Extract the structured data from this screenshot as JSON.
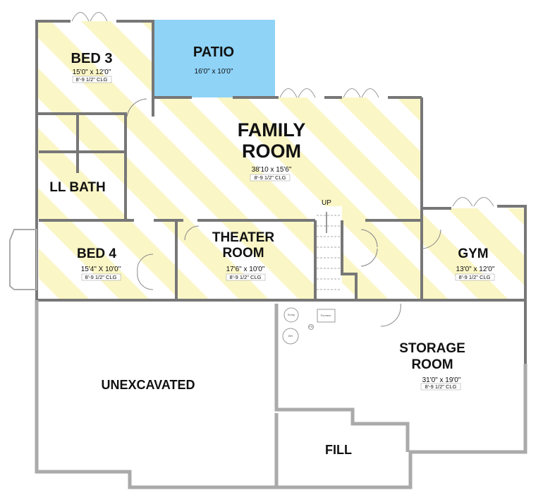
{
  "colors": {
    "stripe": "#fbf6c6",
    "patio": "#8fd3f7",
    "wall": "#777777",
    "outer_wall": "#aaaaaa"
  },
  "rooms": {
    "bed3": {
      "name": "BED 3",
      "dims": "15'0\" x 12'0\"",
      "ceiling": "8'-9 1/2\" CLG"
    },
    "patio": {
      "name": "PATIO",
      "dims": "16'0\" x 10'0\""
    },
    "family": {
      "name_line1": "FAMILY",
      "name_line2": "ROOM",
      "dims": "38'10 x 15'6\"",
      "ceiling": "8'-9 1/2\" CLG"
    },
    "ll_bath": {
      "name": "LL BATH"
    },
    "bed4": {
      "name": "BED 4",
      "dims": "15'4\" X 10'0\"",
      "ceiling": "8'-9 1/2\" CLG"
    },
    "theater": {
      "name_line1": "THEATER",
      "name_line2": "ROOM",
      "dims": "17'6\" x 10'0\"",
      "ceiling": "8'-9 1/2\" CLG"
    },
    "gym": {
      "name": "GYM",
      "dims": "13'0\" x 12'0\"",
      "ceiling": "8'-9 1/2\" CLG"
    },
    "storage": {
      "name_line1": "STORAGE",
      "name_line2": "ROOM",
      "dims": "31'0\" x 19'0\"",
      "ceiling": "8'-9 1/2\" CLG"
    },
    "unexcavated": {
      "name": "UNEXCAVATED"
    },
    "fill": {
      "name": "FILL"
    }
  },
  "stairs": {
    "label": "UP"
  },
  "equipment": {
    "sump": "Sump",
    "furnace": "Furnace",
    "floor_drain": "FD",
    "water_heater": "WH"
  }
}
